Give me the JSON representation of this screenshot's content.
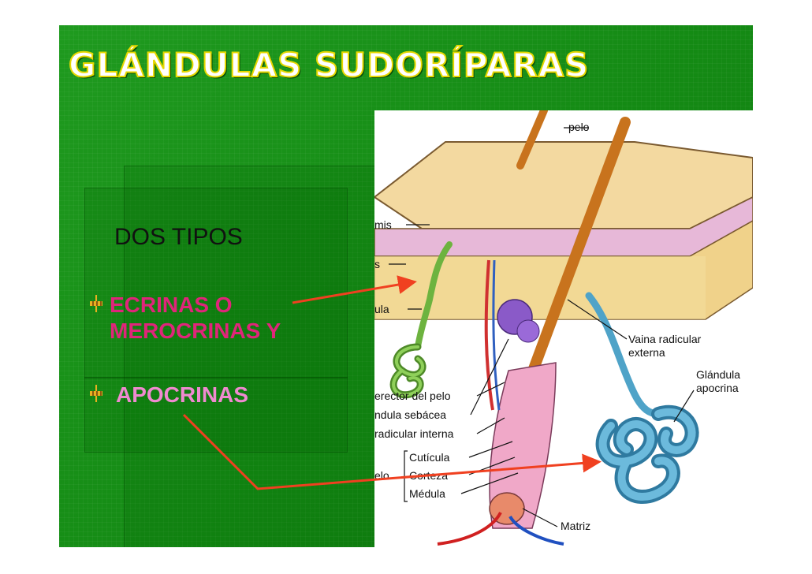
{
  "title": "GLÁNDULAS SUDORÍPARAS",
  "subtitle": "DOS TIPOS",
  "bullets": [
    {
      "text": "ECRINAS O MEROCRINAS Y"
    },
    {
      "text": "APOCRINAS"
    }
  ],
  "diagram_labels": {
    "pelo_top": "pelo",
    "epidermis": "mis",
    "dermis": "s",
    "glandula": "ula",
    "erector": "erector del pelo",
    "sebacea": "ndula sebácea",
    "radicular_interna": "radicular interna",
    "cuticula": "Cutícula",
    "pelo_side": "elo",
    "corteza": "Corteza",
    "medula": "Médula",
    "matriz": "Matriz",
    "vaina_1": "Vaina radicular",
    "vaina_2": "externa",
    "apocrina_1": "Glándula",
    "apocrina_2": "apocrina"
  },
  "colors": {
    "background": "#148a14",
    "title_stroke": "#e6d800",
    "ecrinas": "#e0257a",
    "apocrinas": "#f08ad0",
    "arrow": "#f04020",
    "eccrine_gland": "#6db33f",
    "apocrine_gland": "#4fa3c8"
  }
}
